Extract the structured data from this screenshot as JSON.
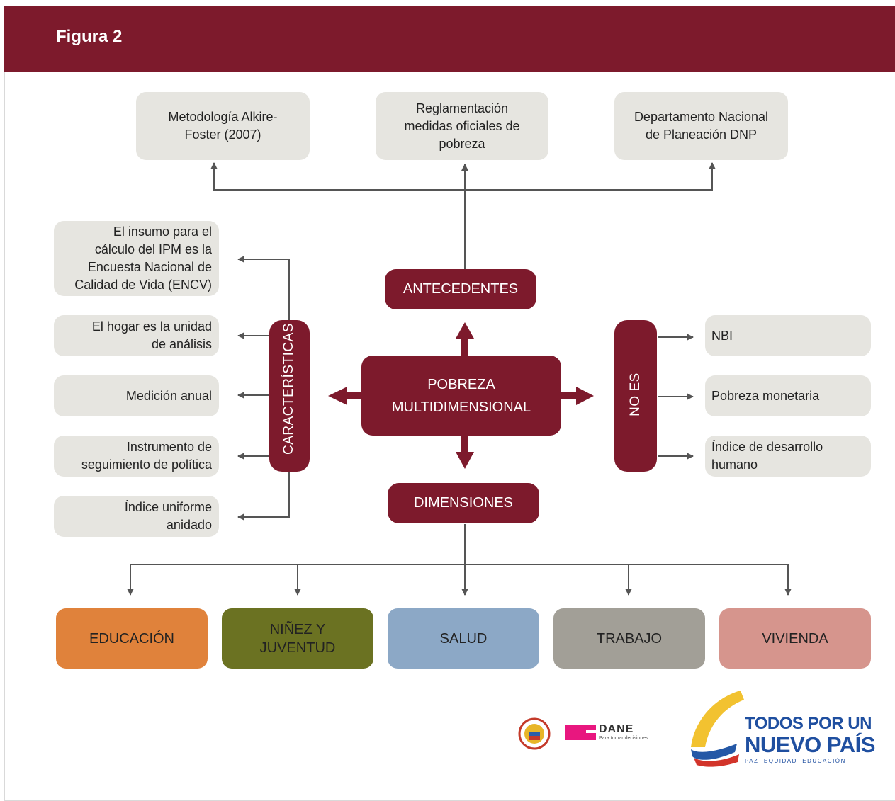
{
  "header": {
    "title": "Figura 2"
  },
  "center": {
    "line1": "POBREZA",
    "line2": "MULTIDIMENSIONAL"
  },
  "top_boxes": {
    "alkire": {
      "line1": "Metodología Alkire-",
      "line2": "Foster (2007)"
    },
    "reglamentacion": {
      "line1": "Reglamentación",
      "line2": "medidas oficiales de",
      "line3": "pobreza"
    },
    "dnp": {
      "line1": "Departamento Nacional",
      "line2": "de Planeación DNP"
    }
  },
  "antecedentes": "ANTECEDENTES",
  "dimensiones": "DIMENSIONES",
  "caracteristicas_label": "CARACTERÍSTICAS",
  "no_es_label": "NO ES",
  "caracteristicas": {
    "c1": {
      "line1": "El insumo para el",
      "line2": "cálculo del IPM es la",
      "line3": "Encuesta Nacional de",
      "line4": "Calidad de Vida (ENCV)"
    },
    "c2": {
      "line1": "El hogar es la unidad",
      "line2": "de análisis"
    },
    "c3": {
      "line1": "Medición anual"
    },
    "c4": {
      "line1": "Instrumento de",
      "line2": "seguimiento de política"
    },
    "c5": {
      "line1": "Índice uniforme",
      "line2": "anidado"
    }
  },
  "no_es": {
    "n1": {
      "line1": "NBI"
    },
    "n2": {
      "line1": "Pobreza monetaria"
    },
    "n3": {
      "line1": "Índice de desarrollo",
      "line2": "humano"
    }
  },
  "dimensions": {
    "d1": {
      "line1": "EDUCACIÓN",
      "color": "#e0823b"
    },
    "d2": {
      "line1": "NIÑEZ Y",
      "line2": "JUVENTUD",
      "color": "#6b7222"
    },
    "d3": {
      "line1": "SALUD",
      "color": "#8ca8c6"
    },
    "d4": {
      "line1": "TRABAJO",
      "color": "#a29f97"
    },
    "d5": {
      "line1": "VIVIENDA",
      "color": "#d6958d"
    }
  },
  "logos": {
    "dane_text": "DANE",
    "dane_tagline": "Para tomar decisiones",
    "brand_line1": "TODOS POR UN",
    "brand_line2": "NUEVO PAÍS",
    "brand_line3": "PAZ  EQUIDAD  EDUCACIÓN"
  },
  "colors": {
    "maroon": "#7d1a2c",
    "box_grey": "#e6e5e0",
    "line_grey": "#555555"
  }
}
